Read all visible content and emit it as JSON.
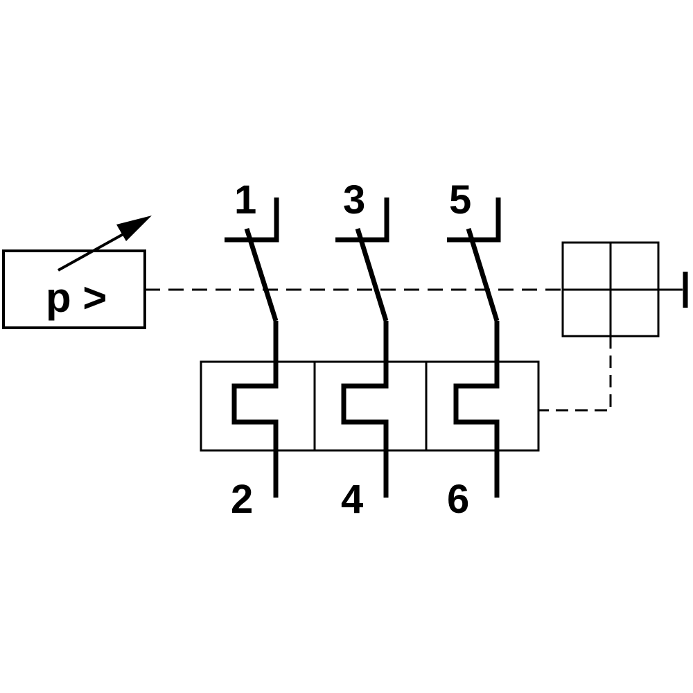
{
  "terminals": {
    "t1": "1",
    "t3": "3",
    "t5": "5",
    "t2": "2",
    "t4": "4",
    "t6": "6"
  },
  "pressure_switch": {
    "label": "p >"
  }
}
